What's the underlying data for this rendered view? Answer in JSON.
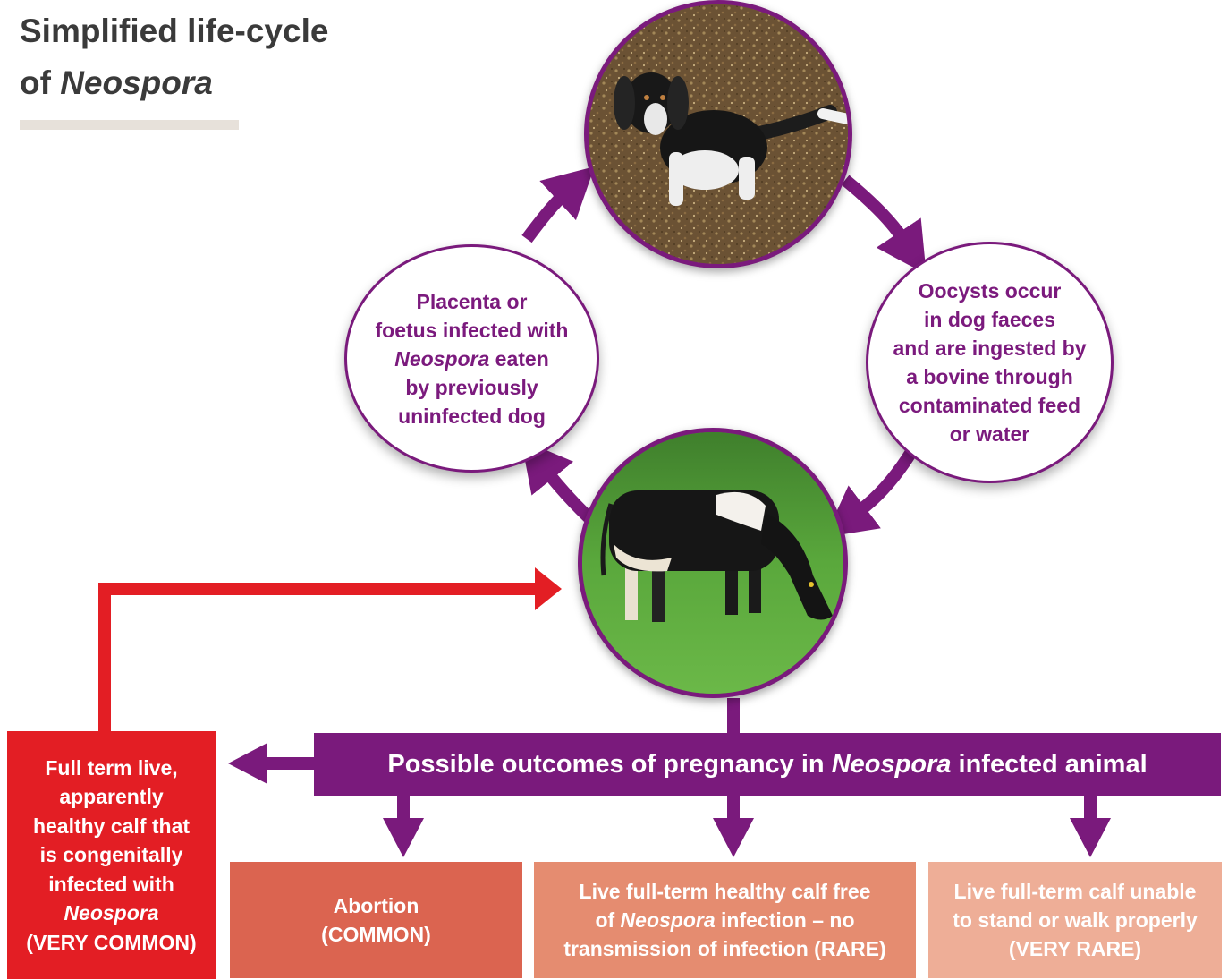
{
  "title": {
    "line1": "Simplified life-cycle",
    "line2_prefix": "of ",
    "line2_italic": "Neospora"
  },
  "colors": {
    "purple": "#7a1a7c",
    "red": "#e31e24",
    "abortion": "#db6450",
    "rare": "#e58c70",
    "very_rare": "#eeae97"
  },
  "cycle": {
    "dog_photo": "dog-photo",
    "cow_photo": "cow-photo",
    "left": {
      "l1": "Placenta or",
      "l2": "foetus infected with",
      "l3_italic": "Neospora",
      "l3_rest": " eaten",
      "l4": "by previously",
      "l5": "uninfected dog"
    },
    "right": {
      "l1": "Oocysts occur",
      "l2": "in dog faeces",
      "l3": "and are ingested by",
      "l4": "a bovine through",
      "l5": "contaminated feed",
      "l6": "or water"
    }
  },
  "outcomes": {
    "banner_prefix": "Possible outcomes of pregnancy in ",
    "banner_italic": "Neospora",
    "banner_suffix": " infected animal",
    "congenital": {
      "l1": "Full term live,",
      "l2": "apparently",
      "l3": "healthy calf that",
      "l4": "is congenitally",
      "l5": "infected with",
      "l6_italic": "Neospora",
      "l7": "(VERY COMMON)"
    },
    "abortion": {
      "l1": "Abortion",
      "l2": "(COMMON)"
    },
    "rare": {
      "l1": "Live full-term healthy calf free",
      "l2_prefix": "of ",
      "l2_italic": "Neospora",
      "l2_suffix": " infection – no",
      "l3": "transmission of infection (RARE)"
    },
    "very_rare": {
      "l1": "Live full-term calf unable",
      "l2": "to stand or walk properly",
      "l3": "(VERY RARE)"
    }
  }
}
